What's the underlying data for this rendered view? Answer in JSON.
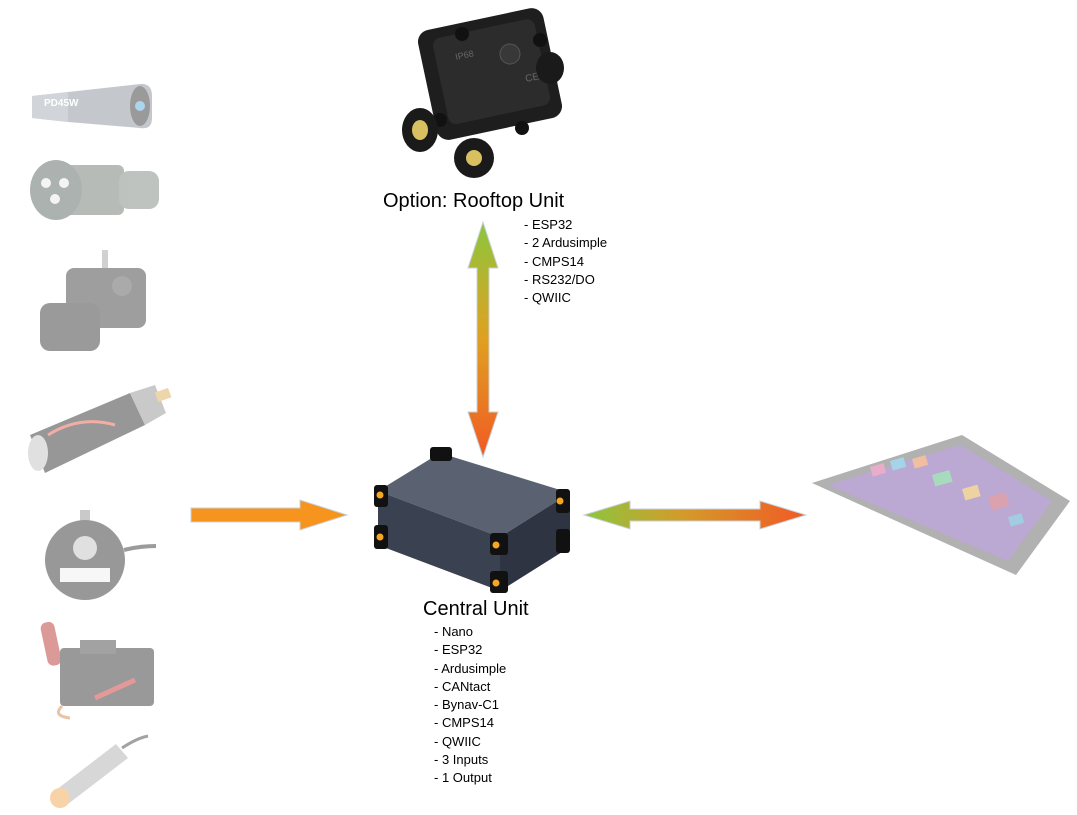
{
  "rooftop": {
    "title": "Option: Rooftop Unit",
    "items": [
      "- ESP32",
      "- 2 Ardusimple",
      "- CMPS14",
      "- RS232/DO",
      "- QWIIC"
    ],
    "device_label_left": "IP68",
    "device_label_right": "CE"
  },
  "central": {
    "title": "Central Unit",
    "items": [
      "- Nano",
      "- ESP32",
      "- Ardusimple",
      "- CANtact",
      "- Bynav-C1",
      "- CMPS14",
      "- QWIIC",
      "- 3 Inputs",
      "- 1 Output"
    ]
  },
  "inputs": {
    "charger_label": "PD45W",
    "items": [
      "car-charger",
      "connector-plug",
      "position-sensor",
      "dc-motor",
      "rotary-encoder",
      "servo",
      "proximity-sensor"
    ]
  },
  "colors": {
    "arrow_green": "#8cc63e",
    "arrow_orange": "#f7941d",
    "arrow_red": "#f15a24",
    "box_body": "#3a4150",
    "box_corner": "#f5a623"
  }
}
